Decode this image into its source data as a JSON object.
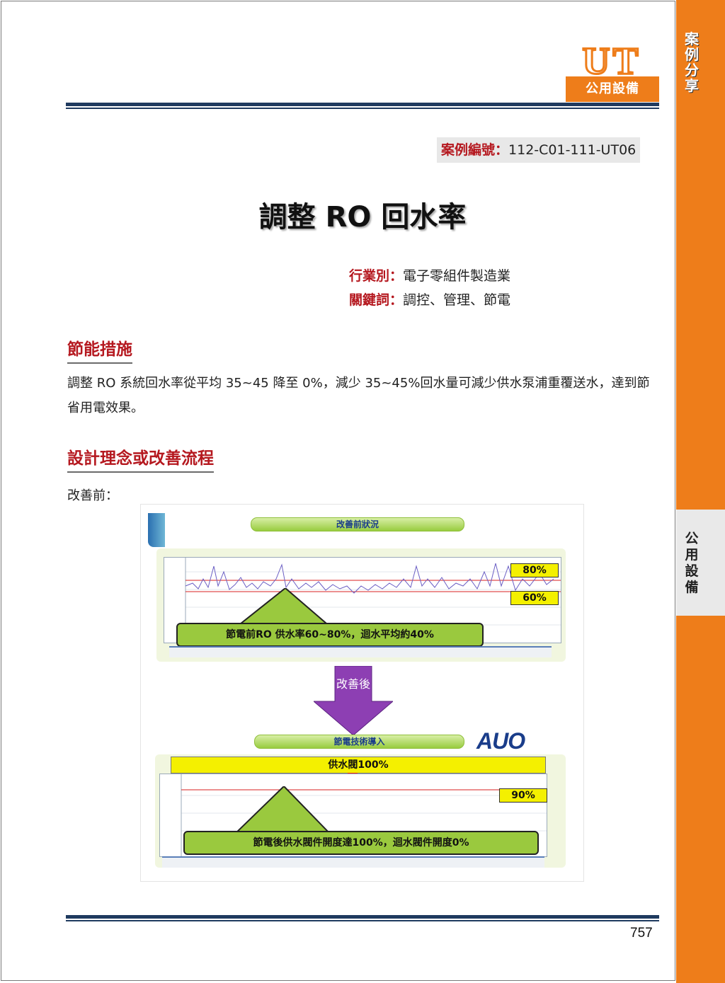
{
  "side_tabs": {
    "case_share": [
      "案",
      "例",
      "分",
      "享"
    ],
    "utility": [
      "公",
      "用",
      "設",
      "備"
    ]
  },
  "logo": {
    "letters": "UT",
    "bar_label": "公用設備"
  },
  "case_number": {
    "label": "案例編號：",
    "value": "112-C01-111-UT06"
  },
  "title": "調整 RO 回水率",
  "meta": {
    "industry_label": "行業別：",
    "industry_value": "電子零組件製造業",
    "keywords_label": "關鍵詞：",
    "keywords_value": "調控、管理、節電"
  },
  "sections": {
    "measures_heading": "節能措施",
    "measures_text": "調整 RO 系統回水率從平均 35~45 降至 0%，減少 35~45%回水量可減少供水泵浦重覆送水，達到節省用電效果。",
    "design_heading": "設計理念或改善流程",
    "before_label": "改善前："
  },
  "figure": {
    "before_title": "改善前狀況",
    "tag_80": "80%",
    "tag_60": "60%",
    "before_callout": "節電前RO 供水率60~80%，迴水平均約40%",
    "arrow_label": "改善後",
    "after_title": "節電技術導入",
    "brand": "AUO",
    "after_banner": "供水閥100%",
    "tag_90": "90%",
    "after_callout": "節電後供水閥件開度達100%，迴水閥件開度0%",
    "colors": {
      "callout_green": "#9ac93e",
      "tag_yellow": "#f4f000",
      "arrow_purple": "#8d3fb3",
      "limit_red": "#d82020"
    }
  },
  "page_number": "757"
}
